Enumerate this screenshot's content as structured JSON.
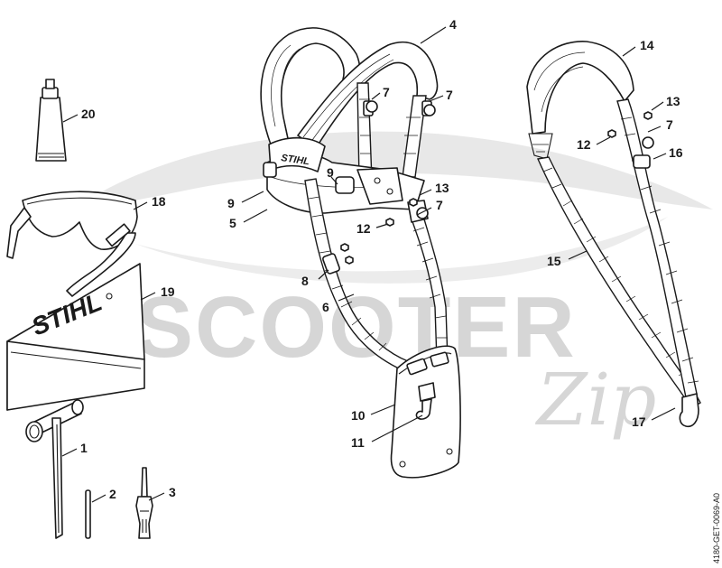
{
  "watermark": {
    "text": "SCOOTER",
    "script": "Zip"
  },
  "brand_label": "STIHL",
  "doc_id": "4180-GET-0069-A0",
  "parts": [
    {
      "id": "p1",
      "label": "1"
    },
    {
      "id": "p2",
      "label": "2"
    },
    {
      "id": "p3",
      "label": "3"
    },
    {
      "id": "p4",
      "label": "4"
    },
    {
      "id": "p5",
      "label": "5"
    },
    {
      "id": "p6",
      "label": "6"
    },
    {
      "id": "p7a",
      "label": "7"
    },
    {
      "id": "p7b",
      "label": "7"
    },
    {
      "id": "p7c",
      "label": "7"
    },
    {
      "id": "p7d",
      "label": "7"
    },
    {
      "id": "p8",
      "label": "8"
    },
    {
      "id": "p9a",
      "label": "9"
    },
    {
      "id": "p9b",
      "label": "9"
    },
    {
      "id": "p10",
      "label": "10"
    },
    {
      "id": "p11",
      "label": "11"
    },
    {
      "id": "p12a",
      "label": "12"
    },
    {
      "id": "p12b",
      "label": "12"
    },
    {
      "id": "p13a",
      "label": "13"
    },
    {
      "id": "p13b",
      "label": "13"
    },
    {
      "id": "p14",
      "label": "14"
    },
    {
      "id": "p15",
      "label": "15"
    },
    {
      "id": "p16",
      "label": "16"
    },
    {
      "id": "p17",
      "label": "17"
    },
    {
      "id": "p18",
      "label": "18"
    },
    {
      "id": "p19",
      "label": "19"
    },
    {
      "id": "p20",
      "label": "20"
    }
  ]
}
